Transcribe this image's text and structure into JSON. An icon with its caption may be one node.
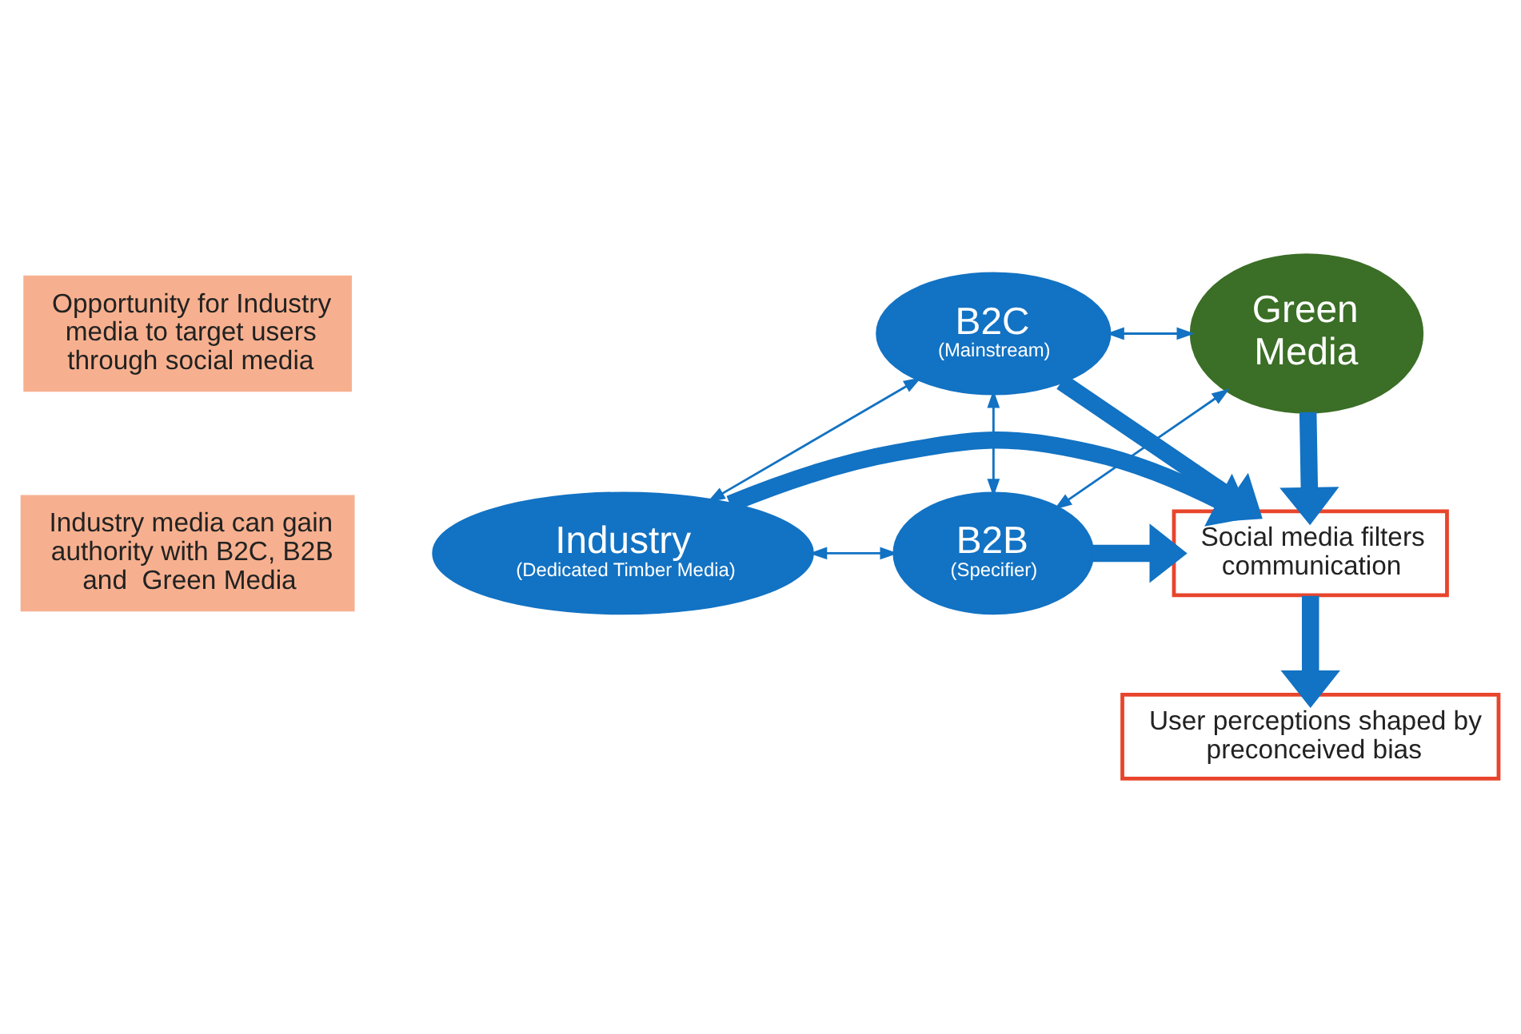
{
  "diagram": {
    "nodes": [
      {
        "text": [
          "Opportunity for Industry media to target users through social media"
        ]
      },
      {
        "text": [
          "Industry media can gain authority with B2C, B2B and  Green Media"
        ]
      },
      {
        "text": [
          "B2C",
          "(Mainstream)"
        ]
      },
      {
        "text": [
          "Green Media"
        ]
      },
      {
        "text": [
          "Social media filters communication"
        ]
      },
      {
        "text": [
          "Industry",
          "(Dedicated Timber Media)"
        ]
      },
      {
        "text": [
          "B2B",
          "(Specifier)"
        ]
      },
      {
        "text": [
          "User perceptions shaped by preconceived bias"
        ]
      }
    ],
    "edges": [
      {
        "from": 2,
        "to": 3,
        "arrow": "both"
      },
      {
        "from": 2,
        "to": 4,
        "arrow": "to",
        "style": "thick"
      },
      {
        "from": 3,
        "to": 4,
        "arrow": "to",
        "style": "thick"
      },
      {
        "from": 2,
        "to": 6,
        "arrow": "both"
      },
      {
        "from": 3,
        "to": 6,
        "arrow": "both"
      },
      {
        "from": 5,
        "to": 2,
        "arrow": "both"
      },
      {
        "from": 5,
        "to": 4,
        "arrow": "to",
        "style": "thick"
      },
      {
        "from": 6,
        "to": 4,
        "arrow": "to",
        "style": "thick"
      },
      {
        "from": 5,
        "to": 6,
        "arrow": "both"
      },
      {
        "from": 4,
        "to": 7,
        "arrow": "to",
        "style": "thick"
      }
    ]
  }
}
